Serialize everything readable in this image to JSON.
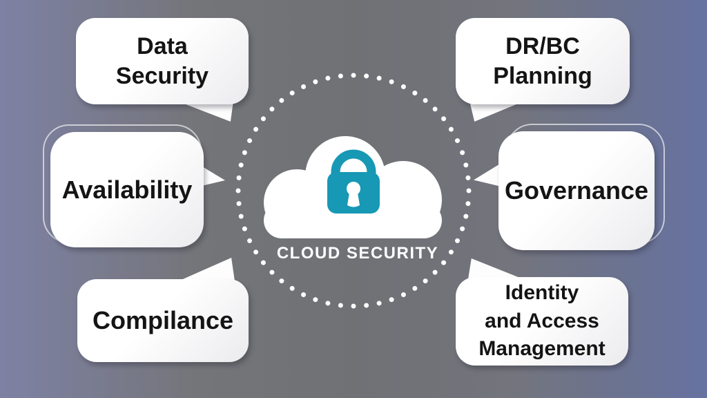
{
  "background": {
    "edge_left_color": "#7e81a4",
    "center_color": "#6f7175",
    "edge_right_color": "#6672a1"
  },
  "center": {
    "label": "CLOUD SECURITY",
    "cloud_color": "#ffffff",
    "lock_color": "#1798b4",
    "dot_ring_color": "#ffffff"
  },
  "bubbles": {
    "data_security": {
      "lines": [
        "Data",
        "Security"
      ]
    },
    "drbc_planning": {
      "lines": [
        "DR/BC",
        "Planning"
      ]
    },
    "availability": {
      "lines": [
        "Availability"
      ]
    },
    "governance": {
      "lines": [
        "Governance"
      ]
    },
    "compliance": {
      "lines": [
        "Compilance"
      ]
    },
    "iam": {
      "lines": [
        "Identity",
        "and Access",
        "Management"
      ]
    }
  },
  "bubble_color": "#ffffff",
  "text_color": "#141414"
}
